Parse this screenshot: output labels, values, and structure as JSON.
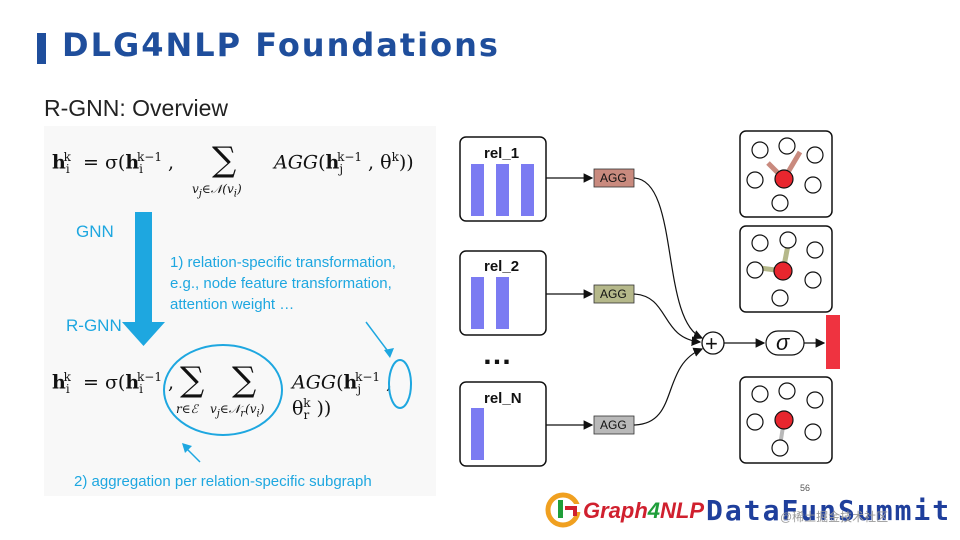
{
  "header": {
    "title": "DLG4NLP Foundations"
  },
  "slide": {
    "subtitle": "R-GNN: Overview"
  },
  "formulas": {
    "gnn": "h_i^k = σ(h_i^{k-1}, Σ_{v_j∈N(v_i)} AGG(h_j^{k-1}, θ^k))",
    "rgnn": "h_i^k = σ(h_i^{k-1}, Σ_{r∈E} Σ_{v_j∈N_r(v_i)} AGG(h_j^{k-1}, θ_r^k))"
  },
  "labels": {
    "gnn": "GNN",
    "rgnn": "R-GNN",
    "annotation1": [
      "1) relation-specific transformation,",
      "e.g., node feature transformation,",
      "attention weight …"
    ],
    "annotation2": "2) aggregation per relation-specific subgraph"
  },
  "diagram": {
    "relations": [
      {
        "name": "rel_1",
        "bars": 3,
        "agg_label": "AGG",
        "agg_color": "#c98a7e"
      },
      {
        "name": "rel_2",
        "bars": 2,
        "agg_label": "AGG",
        "agg_color": "#b5b88a"
      },
      {
        "name": "rel_N",
        "bars": 1,
        "agg_label": "AGG",
        "agg_color": "#b9b9b9"
      }
    ],
    "ellipsis": "…",
    "sum_symbol": "+",
    "activation": "σ",
    "bar_color": "#7b7bf2",
    "center_node_color": "#e8262e",
    "output_color": "#ef3340"
  },
  "footer": {
    "page_number": "56",
    "logo1_a": "Graph",
    "logo1_b": "4",
    "logo1_c": "NLP",
    "logo2": "DataFunSummit",
    "watermark": "@稀土掘金技术社区"
  }
}
